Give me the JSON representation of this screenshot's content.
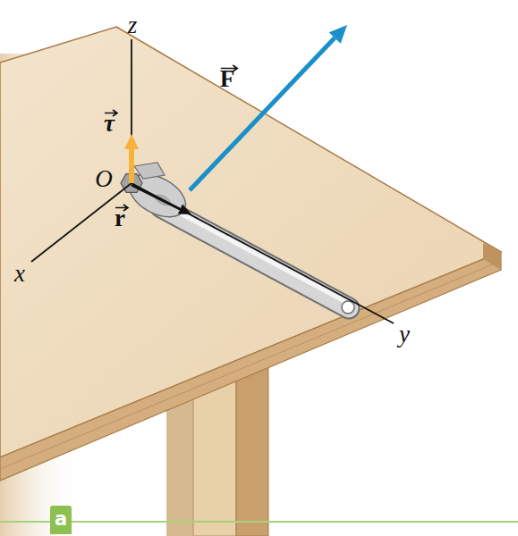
{
  "diagram": {
    "nodes": [
      {
        "text": [
          "a"
        ]
      }
    ],
    "labels": [
      "z",
      "τ",
      "O",
      "r",
      "F",
      "x",
      "y"
    ]
  }
}
